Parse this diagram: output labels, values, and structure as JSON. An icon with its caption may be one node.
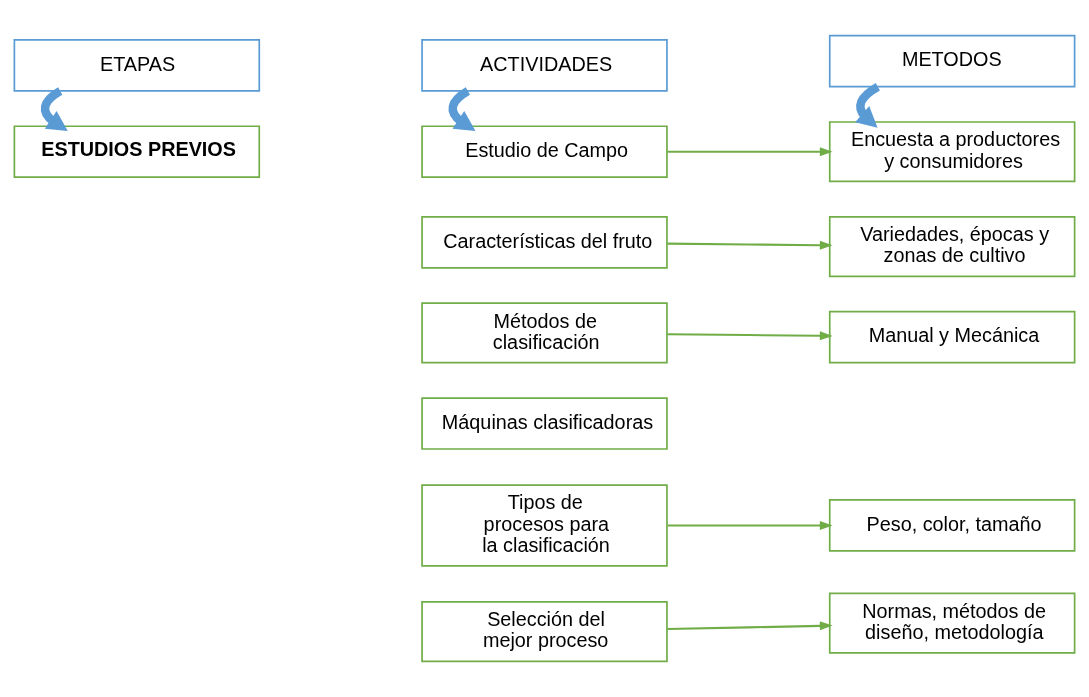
{
  "diagram": {
    "nodes": [
      {
        "text": [
          "ETAPAS"
        ]
      },
      {
        "text": [
          "ACTIVIDADES"
        ]
      },
      {
        "text": [
          "METODOS"
        ]
      },
      {
        "text": [
          "ESTUDIOS PREVIOS"
        ]
      },
      {
        "text": [
          "Estudio de Campo"
        ]
      },
      {
        "text": [
          "Encuesta a productores y consumidores"
        ]
      },
      {
        "text": [
          "Características del fruto"
        ]
      },
      {
        "text": [
          "Variedades, épocas y zonas de cultivo"
        ]
      },
      {
        "text": [
          "Métodos de clasificación"
        ]
      },
      {
        "text": [
          "Manual y Mecánica"
        ]
      },
      {
        "text": [
          "Máquinas clasificadoras"
        ]
      },
      {
        "text": [
          "Tipos de procesos para la clasificación"
        ]
      },
      {
        "text": [
          "Peso, color, tamaño"
        ]
      },
      {
        "text": [
          "Selección del mejor proceso"
        ]
      },
      {
        "text": [
          "Normas, métodos de diseño, metodología"
        ]
      }
    ],
    "edges": [
      {
        "from": 0,
        "to": 3,
        "arrow": "to",
        "style": "thick",
        "color": "#5b9bd5"
      },
      {
        "from": 1,
        "to": 4,
        "arrow": "to",
        "style": "thick",
        "color": "#5b9bd5"
      },
      {
        "from": 2,
        "to": 5,
        "arrow": "to",
        "style": "thick",
        "color": "#5b9bd5"
      },
      {
        "from": 4,
        "to": 5,
        "arrow": "to"
      },
      {
        "from": 6,
        "to": 7,
        "arrow": "to"
      },
      {
        "from": 8,
        "to": 9,
        "arrow": "to"
      },
      {
        "from": 11,
        "to": 12,
        "arrow": "to"
      },
      {
        "from": 13,
        "to": 14,
        "arrow": "to"
      }
    ]
  }
}
